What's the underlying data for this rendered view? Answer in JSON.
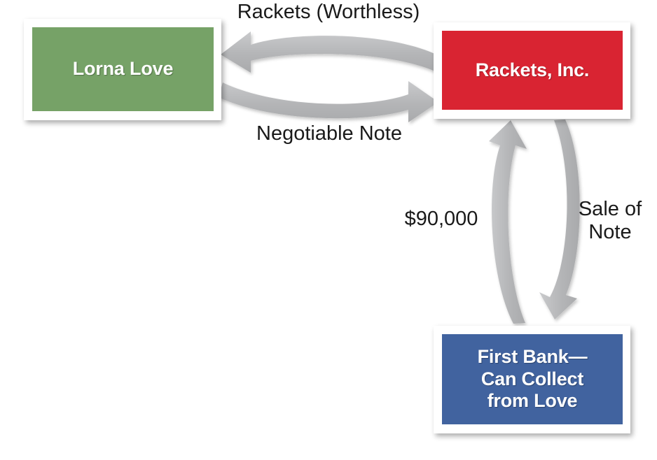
{
  "diagram": {
    "title_text_present": false,
    "background_color": "#ffffff",
    "arrow_color": "#b9babc",
    "nodes": [
      {
        "id": "lorna-love",
        "label": "Lorna Love",
        "fill_color": "#76a267",
        "text_color": "#ffffff"
      },
      {
        "id": "rackets-inc",
        "label": "Rackets, Inc.",
        "fill_color": "#d92432",
        "text_color": "#ffffff"
      },
      {
        "id": "first-bank",
        "label": "First Bank—\nCan Collect\nfrom Love",
        "fill_color": "#41639f",
        "text_color": "#ffffff"
      }
    ],
    "edges": [
      {
        "id": "rackets-to-lorna",
        "label": "Rackets (Worthless)",
        "from": "rackets-inc",
        "to": "lorna-love",
        "direction": "right-to-left"
      },
      {
        "id": "lorna-to-rackets",
        "label": "Negotiable Note",
        "from": "lorna-love",
        "to": "rackets-inc",
        "direction": "left-to-right"
      },
      {
        "id": "bank-to-rackets",
        "label": "$90,000",
        "from": "first-bank",
        "to": "rackets-inc",
        "direction": "bottom-to-top"
      },
      {
        "id": "rackets-to-bank",
        "label": "Sale of\nNote",
        "from": "rackets-inc",
        "to": "first-bank",
        "direction": "top-to-bottom"
      }
    ]
  }
}
